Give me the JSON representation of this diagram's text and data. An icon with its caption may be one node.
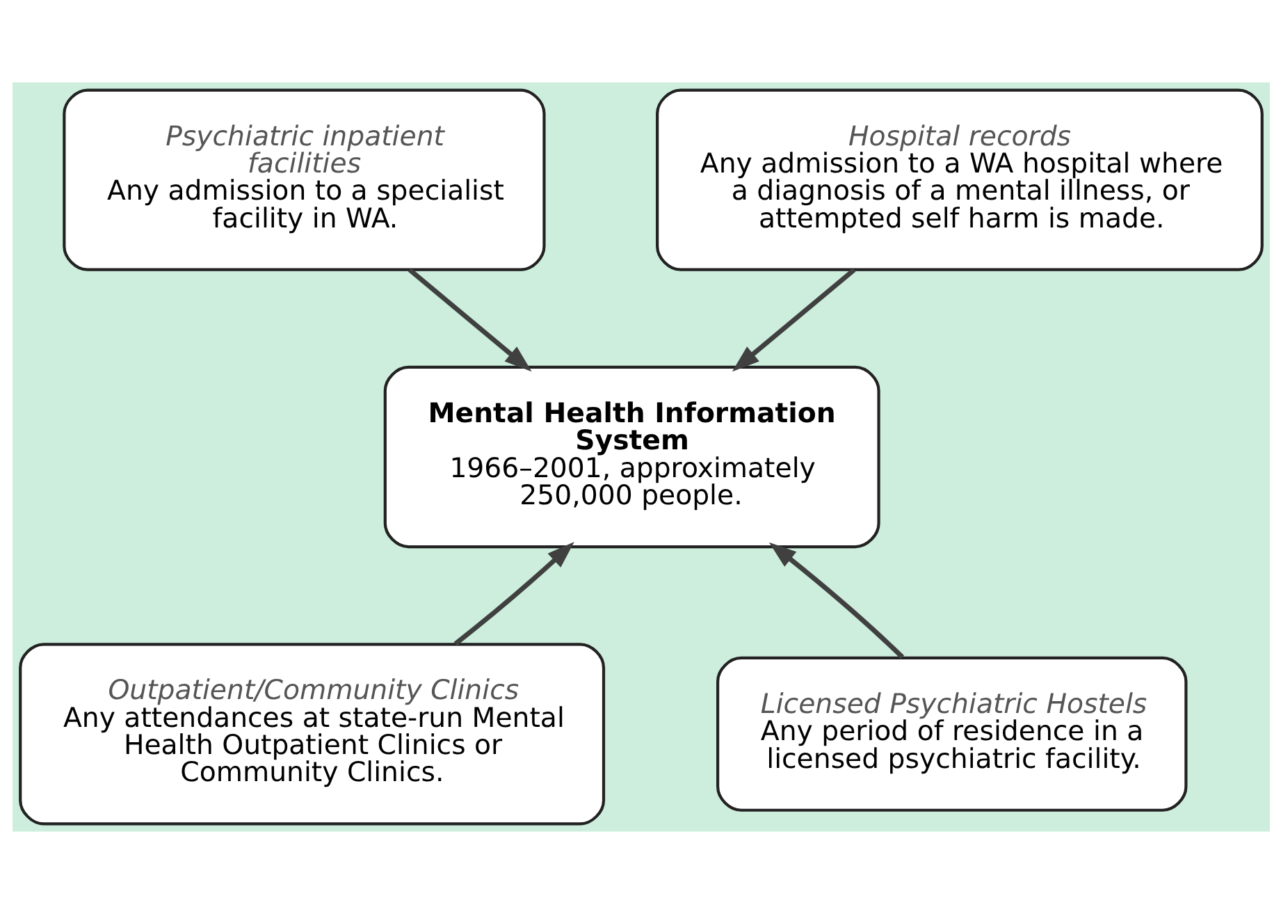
{
  "diagram": {
    "nodes": [
      {
        "text": [
          "Psychiatric inpatient facilities",
          "Any admission to a specialist facility in WA."
        ]
      },
      {
        "text": [
          "Hospital records",
          "Any admission to a WA hospital where a diagnosis of a mental illness, or attempted self harm is made."
        ]
      },
      {
        "text": [
          "Mental Health Information System",
          "1966–2001, approximately 250,000 people."
        ]
      },
      {
        "text": [
          "Outpatient/Community Clinics",
          "Any attendances at state-run Mental Health Outpatient Clinics or Community Clinics."
        ]
      },
      {
        "text": [
          "Licensed Psychiatric Hostels",
          "Any period of residence in a licensed psychiatric facility."
        ]
      }
    ],
    "edges": [
      {
        "from": 0,
        "to": 2,
        "arrow": "to"
      },
      {
        "from": 1,
        "to": 2,
        "arrow": "to"
      },
      {
        "from": 3,
        "to": 2,
        "arrow": "to"
      },
      {
        "from": 4,
        "to": 2,
        "arrow": "to"
      }
    ]
  }
}
